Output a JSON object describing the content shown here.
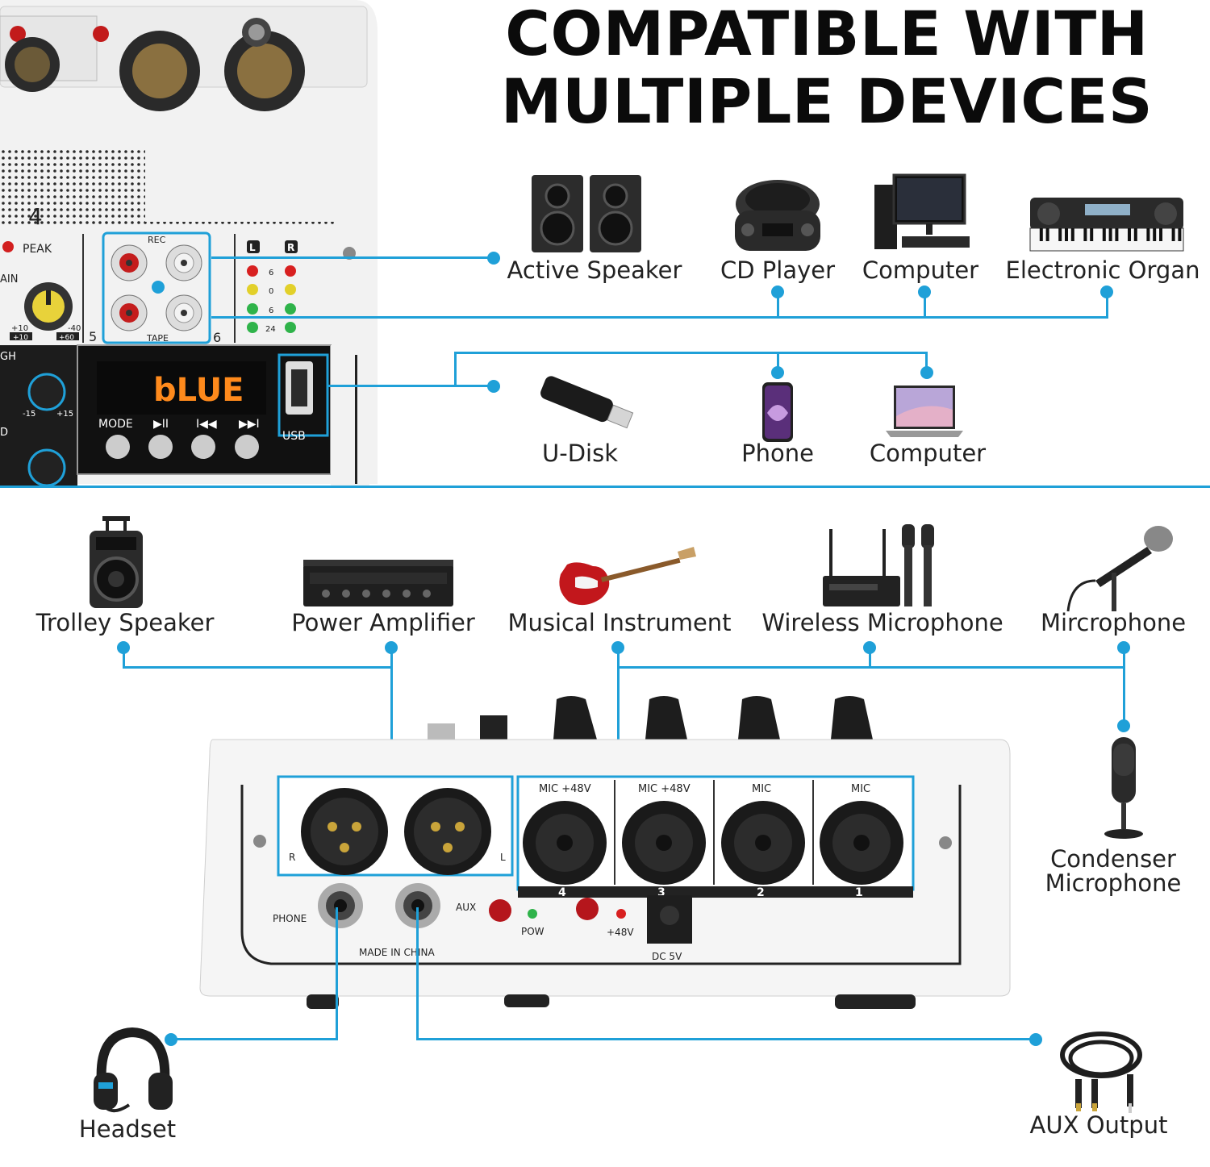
{
  "title": {
    "line1": "COMPATIBLE WITH",
    "line2": "MULTIPLE DEVICES"
  },
  "colors": {
    "accent": "#1fa0d8",
    "panel_bg": "#f4f4f4",
    "display_text": "#ff8a1c"
  },
  "top_panel": {
    "peak": "PEAK",
    "rec": "REC",
    "tape": "TAPE",
    "ch_left": "5",
    "ch_right": "6",
    "ch_four": "4",
    "meter_l": "L",
    "meter_r": "R",
    "meter_marks": [
      "6",
      "0",
      "6",
      "24"
    ],
    "gain_min": "+10",
    "gain_max": "-40",
    "gain_min2": "+10",
    "gain_max2": "+60",
    "eq_min": "-15",
    "eq_max": "+15",
    "display": "bLUE",
    "mode": "MODE",
    "play": "▶II",
    "prev": "I◀◀",
    "next": "▶▶I",
    "usb": "USB",
    "ain": "AIN",
    "gh": "GH",
    "d": "D"
  },
  "top_devices": [
    {
      "label": "Active Speaker",
      "icon": "speaker-icon"
    },
    {
      "label": "CD Player",
      "icon": "cd-player-icon"
    },
    {
      "label": "Computer",
      "icon": "desktop-computer-icon"
    },
    {
      "label": "Electronic Organ",
      "icon": "keyboard-organ-icon"
    }
  ],
  "usb_devices": [
    {
      "label": "U-Disk",
      "icon": "usb-drive-icon"
    },
    {
      "label": "Phone",
      "icon": "phone-icon"
    },
    {
      "label": "Computer",
      "icon": "laptop-icon"
    }
  ],
  "bottom_devices": [
    {
      "label": "Trolley Speaker",
      "icon": "trolley-speaker-icon"
    },
    {
      "label": "Power Amplifier",
      "icon": "power-amplifier-icon"
    },
    {
      "label": "Musical Instrument",
      "icon": "guitar-icon"
    },
    {
      "label": "Wireless Microphone",
      "icon": "wireless-mic-icon"
    },
    {
      "label": "Mircrophone",
      "icon": "microphone-icon"
    }
  ],
  "side_devices": [
    {
      "label_line1": "Condenser",
      "label_line2": "Microphone",
      "icon": "condenser-mic-icon"
    }
  ],
  "corner_devices": [
    {
      "label": "Headset",
      "icon": "headset-icon"
    },
    {
      "label": "AUX Output",
      "icon": "aux-cable-icon"
    }
  ],
  "mixer": {
    "xlr_r": "R",
    "xlr_l": "L",
    "channels": [
      {
        "label": "MIC +48V",
        "num": "4"
      },
      {
        "label": "MIC +48V",
        "num": "3"
      },
      {
        "label": "MIC",
        "num": "2"
      },
      {
        "label": "MIC",
        "num": "1"
      }
    ],
    "phone": "PHONE",
    "aux": "AUX",
    "made_in": "MADE IN CHINA",
    "pow": "POW",
    "phantom": "+48V",
    "dc": "DC 5V"
  }
}
